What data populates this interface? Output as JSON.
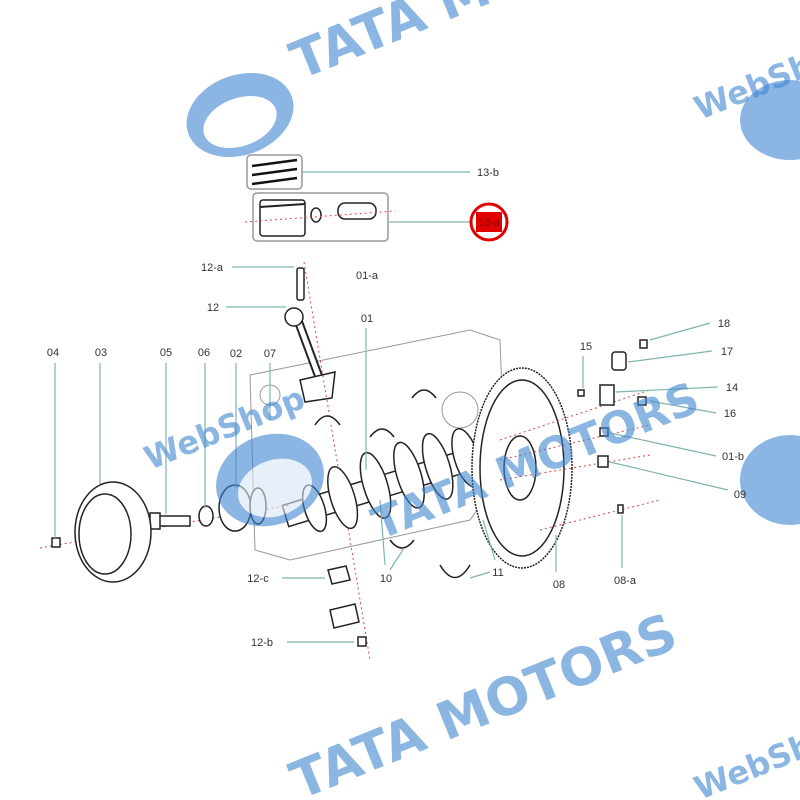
{
  "watermark": {
    "brand": "TATA MOTORS",
    "brand_short": "TATA",
    "sub": "WebShop",
    "color": "#3f86d0"
  },
  "highlight": {
    "label": "13-a",
    "color": "#e00000"
  },
  "callouts": {
    "c13b": "13-b",
    "c13a": "13-a",
    "c12a": "12-a",
    "c01a": "01-a",
    "c12": "12",
    "c01": "01",
    "c04": "04",
    "c03": "03",
    "c05": "05",
    "c06": "06",
    "c02": "02",
    "c07": "07",
    "c15": "15",
    "c18": "18",
    "c17": "17",
    "c14": "14",
    "c16": "16",
    "c01b": "01-b",
    "c09": "09",
    "c08": "08",
    "c08a": "08-a",
    "c11": "11",
    "c10": "10",
    "c12c": "12-c",
    "c12b": "12-b"
  }
}
